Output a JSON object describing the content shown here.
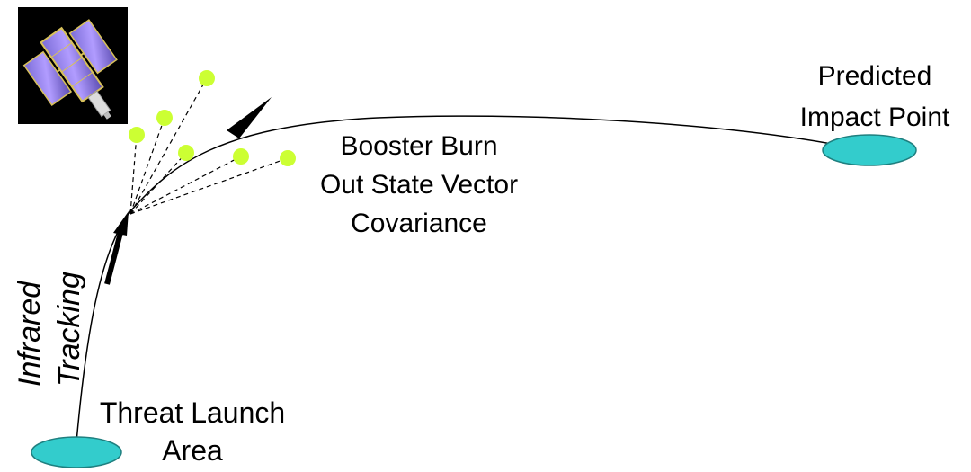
{
  "labels": {
    "infrared": "Infrared",
    "tracking": "Tracking",
    "booster_line1": "Booster Burn",
    "booster_line2": "Out State Vector",
    "booster_line3": "Covariance",
    "predicted_line1": "Predicted",
    "predicted_line2": "Impact Point",
    "threat_line1": "Threat Launch",
    "threat_line2": "Area"
  },
  "colors": {
    "ellipse_fill": "#33cccc",
    "ellipse_stroke": "#1f7f7f",
    "point_fill": "#ccff33",
    "line": "#000000",
    "satellite_bg": "#000000"
  },
  "icons": {
    "satellite": "satellite-icon"
  },
  "covariance_points_count_visible": 6
}
